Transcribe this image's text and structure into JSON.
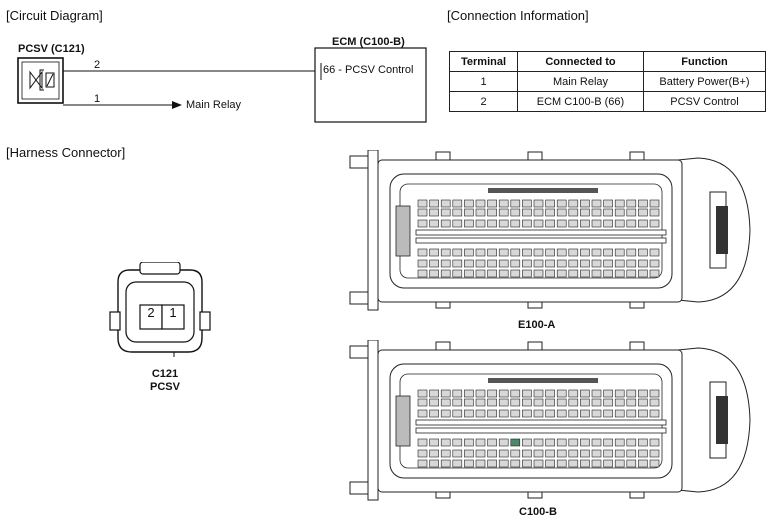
{
  "circuit": {
    "section_title": "[Circuit Diagram]",
    "component_label": "PCSV (C121)",
    "ecm_label": "ECM (C100-B)",
    "ecm_pin_label": "66 - PCSV Control",
    "wire_2": "2",
    "wire_1": "1",
    "main_relay_label": "Main Relay"
  },
  "connection": {
    "section_title": "[Connection Information]",
    "headers": [
      "Terminal",
      "Connected to",
      "Function"
    ],
    "rows": [
      [
        "1",
        "Main Relay",
        "Battery Power(B+)"
      ],
      [
        "2",
        "ECM C100-B (66)",
        "PCSV Control"
      ]
    ]
  },
  "harness": {
    "section_title": "[Harness Connector]",
    "c121_pins": [
      "2",
      "1"
    ],
    "c121_label": "C121",
    "c121_name": "PCSV",
    "e100_label": "E100-A",
    "c100_label": "C100-B"
  }
}
